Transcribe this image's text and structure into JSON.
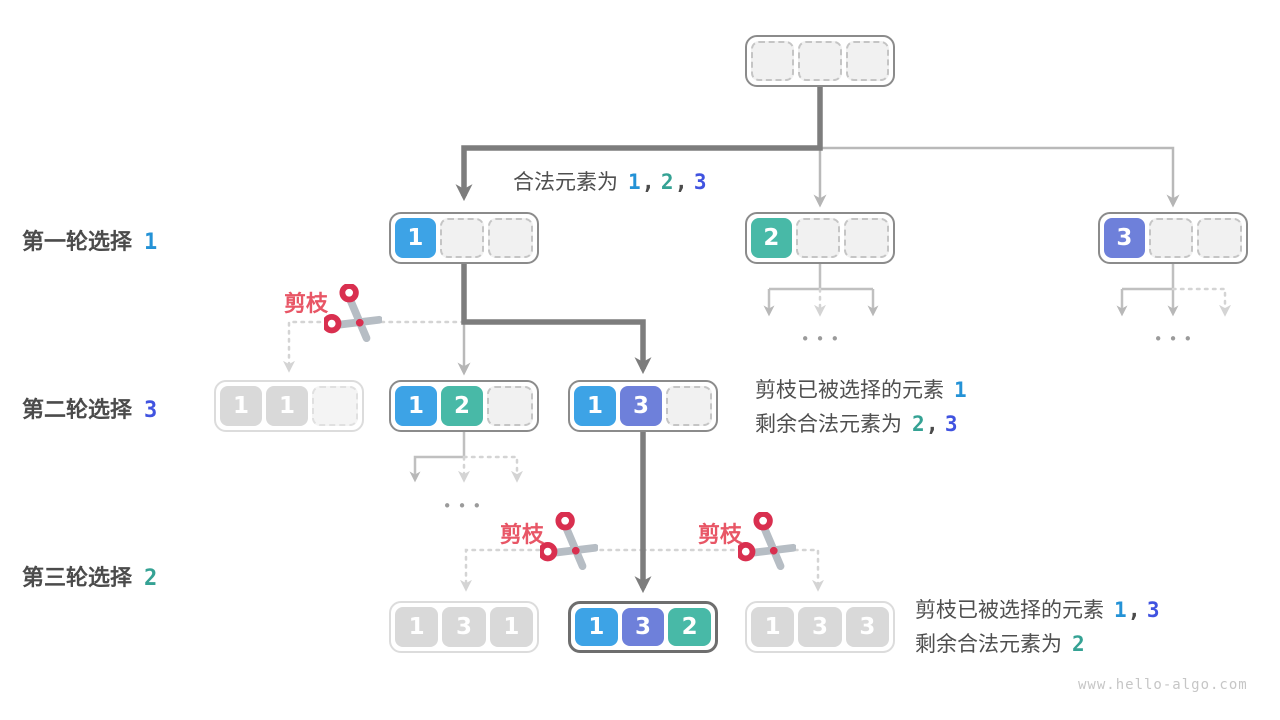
{
  "colors": {
    "cell_blue": "#3da3e6",
    "cell_teal": "#48b9a7",
    "cell_indigo": "#6e80da",
    "cell_pruned_gray": "#d9d9d9",
    "num_blue": "#2492d6",
    "num_teal": "#35a294",
    "num_indigo": "#4053e0",
    "prune_red": "#e85666",
    "edge_dark": "#7d7d7d",
    "edge_gray": "#b9b9b9",
    "edge_dotted": "#d4d4d4",
    "label_gray": "#4b4b4b"
  },
  "rounds": [
    {
      "label": "第一轮选择",
      "num": "1"
    },
    {
      "label": "第二轮选择",
      "num": "3"
    },
    {
      "label": "第三轮选择",
      "num": "2"
    }
  ],
  "texts": {
    "prune": "剪枝",
    "valid_prefix": "合法元素为",
    "pruned_prefix": "剪枝已被选择的元素",
    "remain_prefix": "剩余合法元素为",
    "comma": ",",
    "ellipsis": "•••",
    "watermark": "www.hello-algo.com"
  },
  "values": {
    "valid": [
      "1",
      "2",
      "3"
    ],
    "l2_pruned": [
      "1"
    ],
    "l2_remain": [
      "2",
      "3"
    ],
    "l3_pruned": [
      "1",
      "3"
    ],
    "l3_remain": [
      "2"
    ]
  },
  "nodes": {
    "root": [
      "",
      "",
      ""
    ],
    "n1": [
      "1",
      "",
      ""
    ],
    "n2": [
      "2",
      "",
      ""
    ],
    "n3": [
      "3",
      "",
      ""
    ],
    "n11": [
      "1",
      "1",
      ""
    ],
    "n12": [
      "1",
      "2",
      ""
    ],
    "n13": [
      "1",
      "3",
      ""
    ],
    "n131": [
      "1",
      "3",
      "1"
    ],
    "n132": [
      "1",
      "3",
      "2"
    ],
    "n133": [
      "1",
      "3",
      "3"
    ]
  }
}
